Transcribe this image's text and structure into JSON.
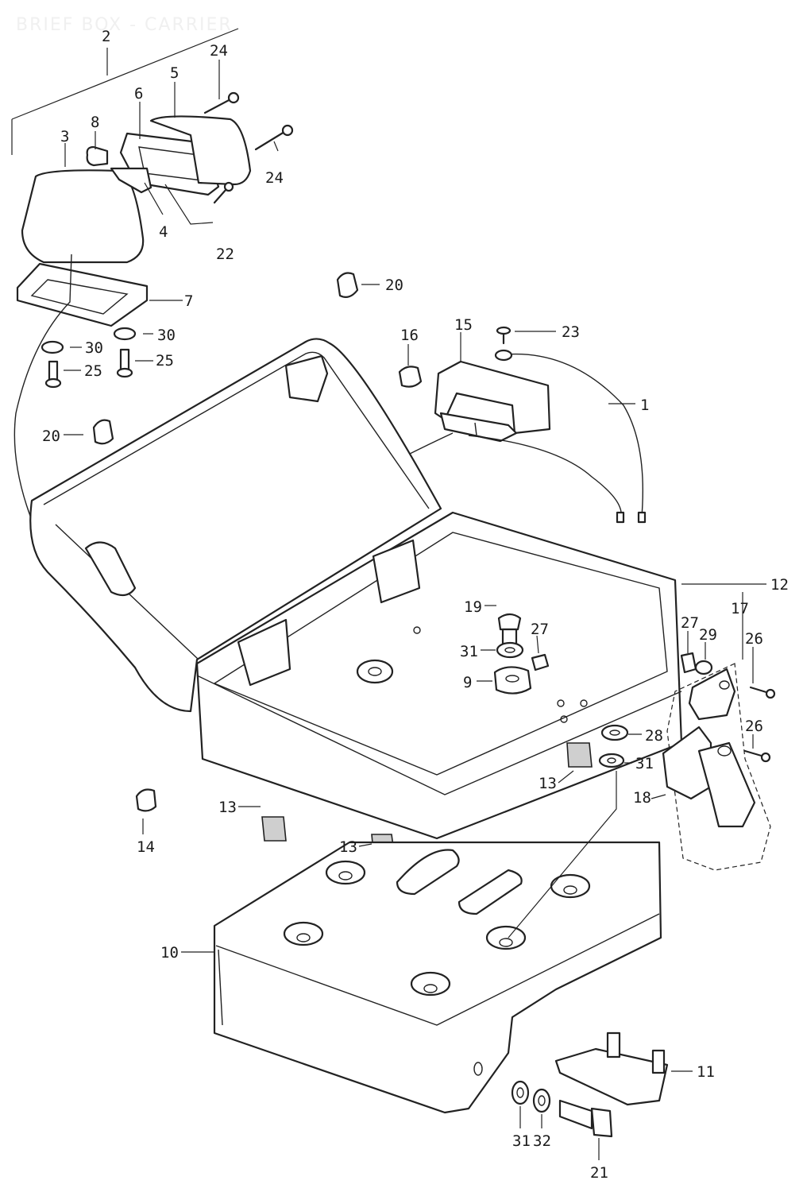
{
  "title": "BRIEF BOX - CARRIER",
  "callouts": {
    "c1": "1",
    "c2": "2",
    "c3": "3",
    "c4": "4",
    "c5": "5",
    "c6": "6",
    "c7": "7",
    "c8": "8",
    "c9": "9",
    "c10": "10",
    "c11": "11",
    "c12": "12",
    "c13a": "13",
    "c13b": "13",
    "c13c": "13",
    "c14": "14",
    "c15": "15",
    "c16": "16",
    "c17": "17",
    "c18": "18",
    "c19": "19",
    "c20a": "20",
    "c20b": "20",
    "c21": "21",
    "c22": "22",
    "c23": "23",
    "c24a": "24",
    "c24b": "24",
    "c25a": "25",
    "c25b": "25",
    "c26a": "26",
    "c26b": "26",
    "c27a": "27",
    "c27b": "27",
    "c28": "28",
    "c29": "29",
    "c30a": "30",
    "c30b": "30",
    "c31a": "31",
    "c31b": "31",
    "c31c": "31",
    "c32": "32"
  }
}
